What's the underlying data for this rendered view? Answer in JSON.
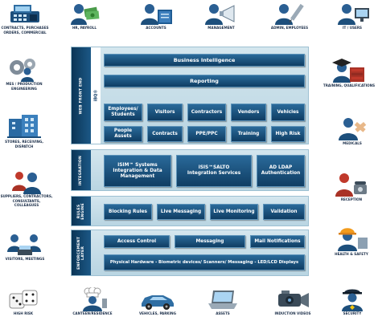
{
  "peripherals": {
    "contracts": "CONTRACTS, PURCHASES\nORDERS, COMMERCIAL",
    "hr": "HR, PAYROLL",
    "accounts": "ACCOUNTS",
    "management": "MANAGEMENT",
    "admin": "ADMIN, EMPLOYEES",
    "it": "IT / USERS",
    "mes": "MES / PRODUCTION\nENGINEERING",
    "training": "TRAINING, QUALIFICATIONS",
    "stores": "STORES, RECEIVING,\nDISPATCH",
    "medicals": "MEDICALS",
    "suppliers": "SUPPLIERS, CONTRACTORS,\nCONSULTANTS, COLLEAGUES",
    "reception": "RECEPTION",
    "visitors": "VISITORS, MEETINGS",
    "health": "HEALTH & SAFETY",
    "highrisk": "HIGH RISK",
    "canteen": "CANTEEN/RESIDENCE",
    "vehicles": "VEHICLES, PARKING",
    "assets": "ASSETS",
    "induction": "INDUCTION VIDEOS",
    "security": "SECURITY"
  },
  "layers": {
    "frontend": {
      "label": "WEB FRONT END",
      "sub_label": "iBQ®",
      "business_intelligence": "Business Intelligence",
      "reporting": "Reporting",
      "employees": "Employees/\nStudents",
      "visitors": "Visitors",
      "contractors": "Contractors",
      "vendors": "Vendors",
      "vehicles": "Vehicles",
      "people_assets": "People\nAssets",
      "contracts": "Contracts",
      "ppe": "PPE/PPC",
      "training": "Training",
      "high_risk": "High Risk"
    },
    "integration": {
      "label": "INTEGRATION",
      "isim": "iSIM™ Systems\nIntegration & Data\nManagement",
      "isis": "iSIS™SALTO\nIntegration Services",
      "ad": "AD LDAP\nAuthentication"
    },
    "rules": {
      "label": "RULES\nENGINE",
      "blocking": "Blocking Rules",
      "live_messaging": "Live Messaging",
      "live_monitoring": "Live Monitoring",
      "validation": "Validation"
    },
    "enforcement": {
      "label": "ENFORCEMENT\nLAYER",
      "access": "Access Control",
      "messaging": "Messaging",
      "mail": "Mail Notifications",
      "hardware": "Physical Hardware - Biometric devices/ Scanners/ Messaging - LED/LCD Displays"
    }
  }
}
